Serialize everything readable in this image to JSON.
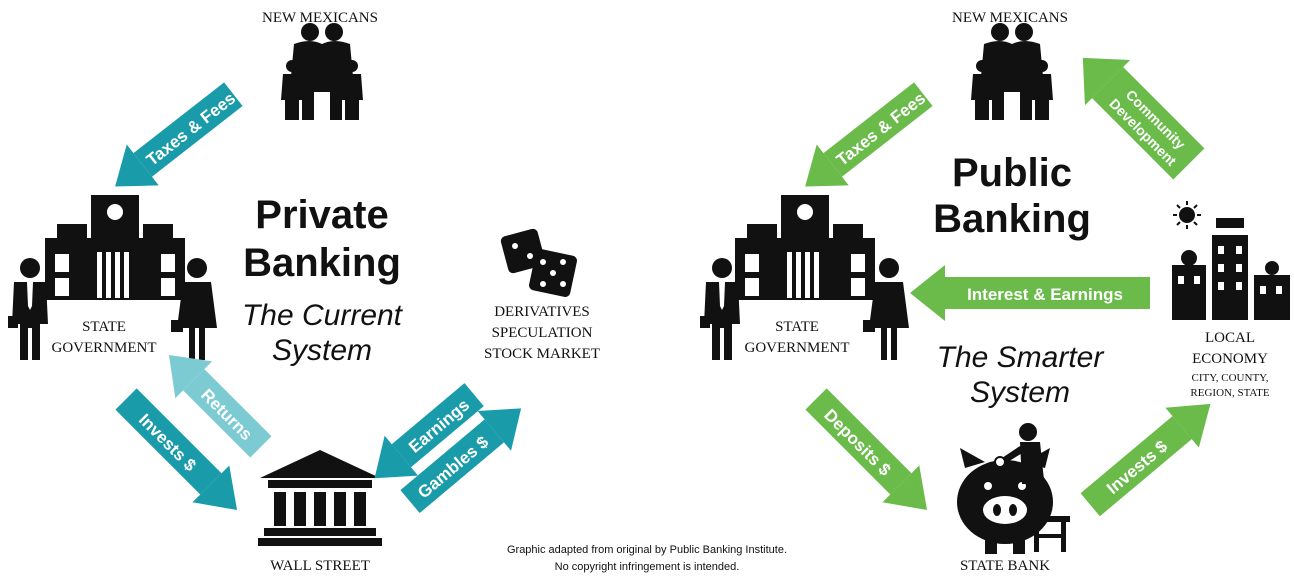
{
  "colors": {
    "teal": "#1a9ba9",
    "teal_light": "#7ccbd2",
    "green": "#6abb4a",
    "ink": "#111111"
  },
  "left": {
    "title_line1": "Private",
    "title_line2": "Banking",
    "subtitle_line1": "The Current",
    "subtitle_line2": "System",
    "people_label": "NEW MEXICANS",
    "gov_label_line1": "STATE",
    "gov_label_line2": "GOVERNMENT",
    "wall_street_label": "WALL STREET",
    "market_line1": "DERIVATIVES",
    "market_line2": "SPECULATION",
    "market_line3": "STOCK MARKET",
    "arrows": {
      "taxes": "Taxes & Fees",
      "invests": "Invests $",
      "returns": "Returns",
      "earnings": "Earnings",
      "gambles": "Gambles $"
    }
  },
  "right": {
    "title_line1": "Public",
    "title_line2": "Banking",
    "subtitle_line1": "The Smarter",
    "subtitle_line2": "System",
    "people_label": "NEW MEXICANS",
    "gov_label_line1": "STATE",
    "gov_label_line2": "GOVERNMENT",
    "state_bank_label": "STATE BANK",
    "local_line1": "LOCAL",
    "local_line2": "ECONOMY",
    "local_line3": "CITY, COUNTY,",
    "local_line4": "REGION, STATE",
    "arrows": {
      "taxes": "Taxes & Fees",
      "interest": "Interest & Earnings",
      "deposits": "Deposits $",
      "invests": "Invests $",
      "community_line1": "Community",
      "community_line2": "Development"
    }
  },
  "credit_line1": "Graphic adapted from original by Public Banking Institute.",
  "credit_line2": "No copyright infringement is intended."
}
